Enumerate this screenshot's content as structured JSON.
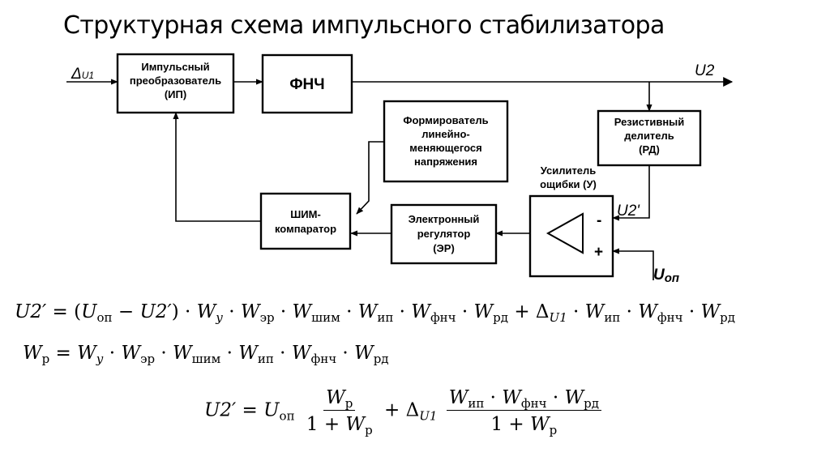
{
  "title": "Структурная схема импульсного стабилизатора",
  "blocks": {
    "ip": [
      "Импульсный",
      "преобразователь",
      "(ИП)"
    ],
    "fnch": [
      "ФНЧ"
    ],
    "rd": [
      "Резистивный",
      "делитель",
      "(РД)"
    ],
    "formirovatel": [
      "Формирователь",
      "линейно-",
      "меняющегося",
      "напряжения"
    ],
    "shim": [
      "ШИМ-",
      "компаратор"
    ],
    "er": [
      "Электронный",
      "регулятор",
      "(ЭР)"
    ],
    "amp_label": [
      "Усилитель",
      "ощибки (У)"
    ],
    "amp_minus": "-",
    "amp_plus": "+"
  },
  "signals": {
    "input_main": "Δ",
    "input_sub": "U1",
    "output": "U2",
    "feedback": "U2'",
    "ref_main": "U",
    "ref_sub": "оп"
  },
  "equations": {
    "eq1": {
      "lhs": "U2′",
      "eq": " = ",
      "open": "(",
      "u": "U",
      "u_sub": "оп",
      "minus": " − ",
      "u2": "U2′",
      "close": ")",
      "dot": " · ",
      "w": "W",
      "s_y": "у",
      "s_er": "эр",
      "s_shim": "шим",
      "s_ip": "ип",
      "s_fnch": "фнч",
      "s_rd": "рд",
      "plus": " + ",
      "delta": "Δ",
      "d_sub": "U1"
    },
    "eq2": {
      "w": "W",
      "s_r": "р",
      "eq": " = ",
      "dot": " · ",
      "s_y": "у",
      "s_er": "эр",
      "s_shim": "шим",
      "s_ip": "ип",
      "s_fnch": "фнч",
      "s_rd": "рд"
    },
    "eq3": {
      "lhs": "U2′",
      "eq": " = ",
      "u": "U",
      "u_sub": "оп",
      "w": "W",
      "s_r": "р",
      "one_plus": "1 + ",
      "plus": " + ",
      "delta": "Δ",
      "d_sub": "U1",
      "s_ip": "ип",
      "s_fnch": "фнч",
      "s_rd": "рд",
      "dot": " · "
    }
  }
}
